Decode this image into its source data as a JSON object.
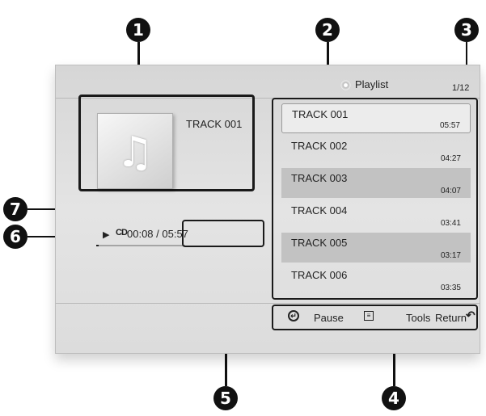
{
  "callouts": [
    "1",
    "2",
    "3",
    "4",
    "5",
    "6",
    "7"
  ],
  "now_playing": {
    "title": "TRACK 001",
    "time": "00:08 / 05:57",
    "progress": 0.023,
    "play_glyph": "▶",
    "cd_glyph": "CD",
    "icon": "music-note-icon"
  },
  "playlist": {
    "label": "Playlist",
    "page": "1/12",
    "icon": "disc-icon",
    "tracks": [
      {
        "name": "TRACK 001",
        "time": "05:57"
      },
      {
        "name": "TRACK 002",
        "time": "04:27"
      },
      {
        "name": "TRACK 003",
        "time": "04:07"
      },
      {
        "name": "TRACK 004",
        "time": "03:41"
      },
      {
        "name": "TRACK 005",
        "time": "03:17"
      },
      {
        "name": "TRACK 006",
        "time": "03:35"
      }
    ]
  },
  "button_bar": {
    "pause_label": "Pause",
    "tools_label": "Tools",
    "return_label": "Return"
  }
}
